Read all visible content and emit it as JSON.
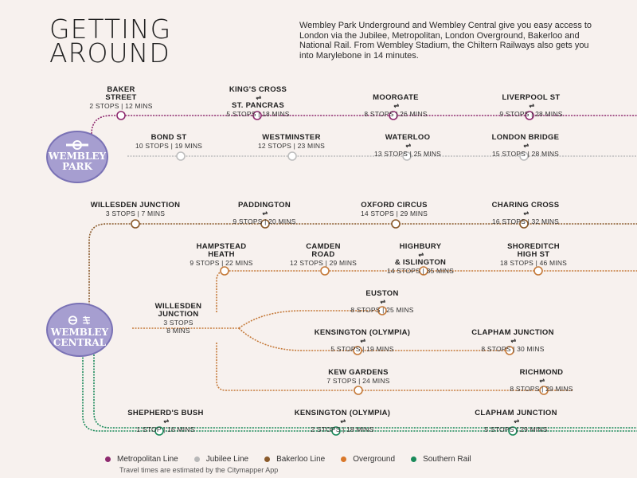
{
  "title_line1": "GETTING",
  "title_line2": "AROUND",
  "intro": "Wembley Park Underground and Wembley Central give you easy access to London via the Jubilee, Metropolitan, London Overground, Bakerloo and National Rail. From Wembley Stadium, the Chiltern Railways also gets you into Marylebone in 14 minutes.",
  "hubs": {
    "park": {
      "line1": "WEMBLEY",
      "line2": "PARK"
    },
    "central": {
      "line1": "WEMBLEY",
      "line2": "CENTRAL"
    }
  },
  "stations": {
    "baker": {
      "name1": "BAKER",
      "name2": "STREET",
      "stops": "2 STOPS | 12 MINS"
    },
    "kings": {
      "name1": "KING'S CROSS",
      "name2": "ST. PANCRAS",
      "stops": "5 STOPS | 18 MINS"
    },
    "moorgate": {
      "name1": "MOORGATE",
      "stops": "8 STOPS | 26 MINS"
    },
    "liverpool": {
      "name1": "LIVERPOOL ST",
      "stops": "9 STOPS | 28 MINS"
    },
    "bond": {
      "name1": "BOND ST",
      "stops": "10 STOPS | 19 MINS"
    },
    "westminster": {
      "name1": "WESTMINSTER",
      "stops": "12 STOPS | 23 MINS"
    },
    "waterloo": {
      "name1": "WATERLOO",
      "stops": "13 STOPS | 25 MINS"
    },
    "londonbridge": {
      "name1": "LONDON BRIDGE",
      "stops": "15 STOPS | 28 MINS"
    },
    "willesden1": {
      "name1": "WILLESDEN JUNCTION",
      "stops": "3 STOPS | 7 MINS"
    },
    "paddington": {
      "name1": "PADDINGTON",
      "stops": "9 STOPS | 20 MINS"
    },
    "oxford": {
      "name1": "OXFORD CIRCUS",
      "stops": "14 STOPS | 29 MINS"
    },
    "charing": {
      "name1": "CHARING CROSS",
      "stops": "16 STOPS | 32 MINS"
    },
    "hampstead": {
      "name1": "HAMPSTEAD",
      "name2": "HEATH",
      "stops": "9 STOPS | 22 MINS"
    },
    "camden": {
      "name1": "CAMDEN",
      "name2": "ROAD",
      "stops": "12 STOPS | 29 MINS"
    },
    "highbury": {
      "name1": "HIGHBURY",
      "name2": "& ISLINGTON",
      "stops": "14 STOPS | 35 MINS"
    },
    "shoreditch": {
      "name1": "SHOREDITCH",
      "name2": "HIGH ST",
      "stops": "18 STOPS | 46 MINS"
    },
    "willesden2": {
      "name1": "WILLESDEN",
      "name2": "JUNCTION",
      "stops": "3 STOPS",
      "stops2": "8 MINS"
    },
    "euston": {
      "name1": "EUSTON",
      "stops": "8 STOPS | 25 MINS"
    },
    "kensington1": {
      "name1": "KENSINGTON (OLYMPIA)",
      "stops": "5 STOPS | 19 MINS"
    },
    "clapham1": {
      "name1": "CLAPHAM JUNCTION",
      "stops": "8 STOPS | 30 MINS"
    },
    "kew": {
      "name1": "KEW GARDENS",
      "stops": "7 STOPS | 24 MINS"
    },
    "richmond": {
      "name1": "RICHMOND",
      "stops": "8 STOPS | 29 MINS"
    },
    "shepherds": {
      "name1": "SHEPHERD'S BUSH",
      "stops": "1 STOP | 16 MINS"
    },
    "kensington2": {
      "name1": "KENSINGTON (OLYMPIA)",
      "stops": "2 STOPS | 18 MINS"
    },
    "clapham2": {
      "name1": "CLAPHAM JUNCTION",
      "stops": "5 STOPS | 29 MINS"
    }
  },
  "legend": [
    {
      "label": "Metropolitan Line",
      "color": "#8e2a6f"
    },
    {
      "label": "Jubilee Line",
      "color": "#b8b8b8"
    },
    {
      "label": "Bakerloo Line",
      "color": "#8a5a2b"
    },
    {
      "label": "Overground",
      "color": "#d9782a"
    },
    {
      "label": "Southern Rail",
      "color": "#1a8a5a"
    }
  ],
  "note": "Travel times are estimated by the Citymapper App"
}
